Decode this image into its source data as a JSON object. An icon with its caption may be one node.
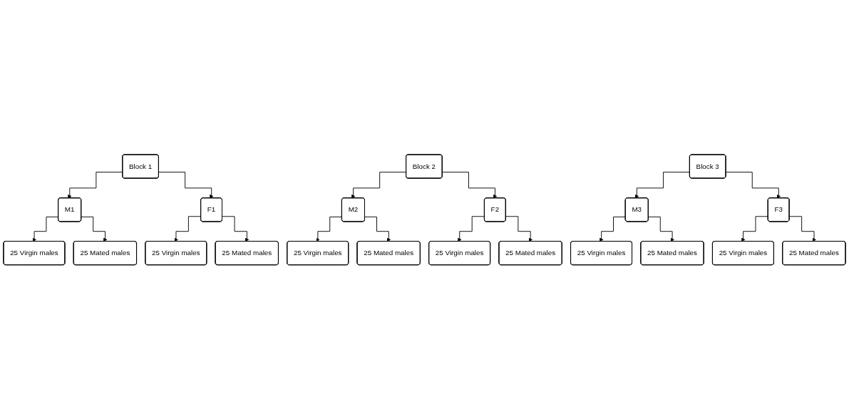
{
  "diagram": {
    "nodes": [
      {
        "text": [
          "Block 1"
        ]
      },
      {
        "text": [
          "Block 2"
        ]
      },
      {
        "text": [
          "Block 3"
        ]
      },
      {
        "text": [
          "M1"
        ]
      },
      {
        "text": [
          "F1"
        ]
      },
      {
        "text": [
          "M2"
        ]
      },
      {
        "text": [
          "F2"
        ]
      },
      {
        "text": [
          "M3"
        ]
      },
      {
        "text": [
          "F3"
        ]
      },
      {
        "text": [
          "25 Virgin males"
        ]
      },
      {
        "text": [
          "25 Mated males"
        ]
      },
      {
        "text": [
          "25 Virgin males"
        ]
      },
      {
        "text": [
          "25 Mated males"
        ]
      },
      {
        "text": [
          "25 Virgin males"
        ]
      },
      {
        "text": [
          "25 Mated males"
        ]
      },
      {
        "text": [
          "25 Virgin males"
        ]
      },
      {
        "text": [
          "25 Mated males"
        ]
      },
      {
        "text": [
          "25 Virgin males"
        ]
      },
      {
        "text": [
          "25 Mated males"
        ]
      },
      {
        "text": [
          "25 Virgin males"
        ]
      },
      {
        "text": [
          "25 Mated males"
        ]
      }
    ],
    "edges": [
      {
        "from": 0,
        "to": 3,
        "arrow": "to"
      },
      {
        "from": 0,
        "to": 4,
        "arrow": "to"
      },
      {
        "from": 1,
        "to": 5,
        "arrow": "to"
      },
      {
        "from": 1,
        "to": 6,
        "arrow": "to"
      },
      {
        "from": 2,
        "to": 7,
        "arrow": "to"
      },
      {
        "from": 2,
        "to": 8,
        "arrow": "to"
      },
      {
        "from": 3,
        "to": 9,
        "arrow": "to"
      },
      {
        "from": 3,
        "to": 10,
        "arrow": "to"
      },
      {
        "from": 4,
        "to": 11,
        "arrow": "to"
      },
      {
        "from": 4,
        "to": 12,
        "arrow": "to"
      },
      {
        "from": 5,
        "to": 13,
        "arrow": "to"
      },
      {
        "from": 5,
        "to": 14,
        "arrow": "to"
      },
      {
        "from": 6,
        "to": 15,
        "arrow": "to"
      },
      {
        "from": 6,
        "to": 16,
        "arrow": "to"
      },
      {
        "from": 7,
        "to": 17,
        "arrow": "to"
      },
      {
        "from": 7,
        "to": 18,
        "arrow": "to"
      },
      {
        "from": 8,
        "to": 19,
        "arrow": "to"
      },
      {
        "from": 8,
        "to": 20,
        "arrow": "to"
      }
    ]
  }
}
